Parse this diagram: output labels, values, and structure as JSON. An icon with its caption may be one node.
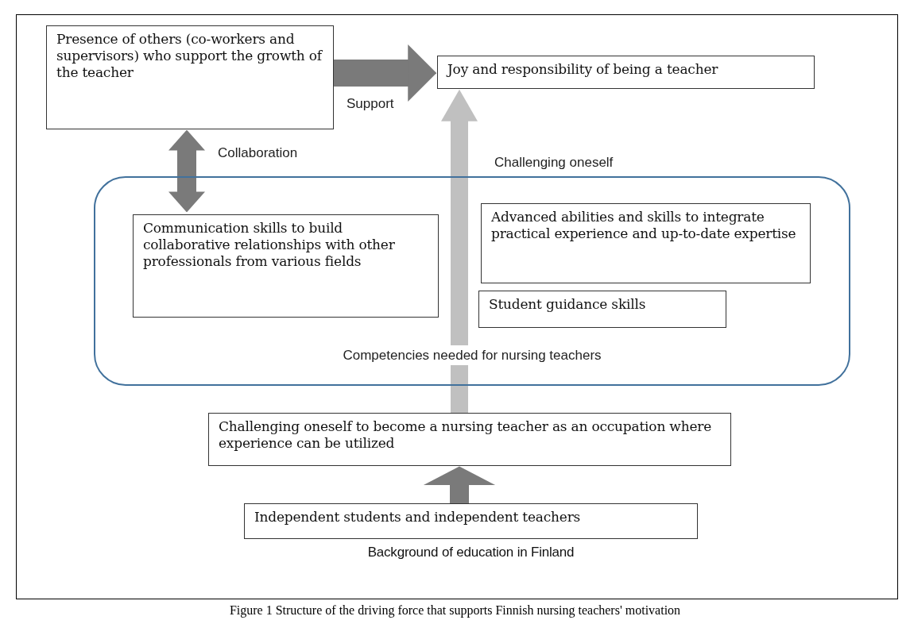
{
  "diagram": {
    "caption": "Figure 1 Structure of the driving force that supports Finnish nursing teachers' motivation",
    "nodes": [
      {
        "text": [
          "Presence of others (co-workers and supervisors) who support the growth of the teacher"
        ]
      },
      {
        "text": [
          "Joy and responsibility of being a teacher"
        ]
      },
      {
        "text": [
          "Competencies needed for nursing teachers"
        ]
      },
      {
        "text": [
          "Communication skills to build collaborative relationships with other professionals from various fields"
        ],
        "in": 2
      },
      {
        "text": [
          "Advanced abilities and skills to integrate practical experience and up-to-date expertise"
        ],
        "in": 2
      },
      {
        "text": [
          "Student guidance skills"
        ],
        "in": 2
      },
      {
        "text": [
          "Challenging oneself to become a nursing teacher as an occupation where experience can be utilized"
        ]
      },
      {
        "text": [
          "Independent students and independent teachers"
        ],
        "beside": [
          "Background of education in Finland"
        ]
      }
    ],
    "edges": [
      {
        "from": 0,
        "to": 1,
        "arrow": "to",
        "label": "Support"
      },
      {
        "from": 0,
        "to": 3,
        "arrow": "both",
        "label": "Collaboration"
      },
      {
        "from": 7,
        "to": 6,
        "arrow": "to"
      },
      {
        "from": 6,
        "to": 1,
        "arrow": "to",
        "label": "Challenging oneself",
        "color": "#c0c0c0"
      }
    ]
  }
}
